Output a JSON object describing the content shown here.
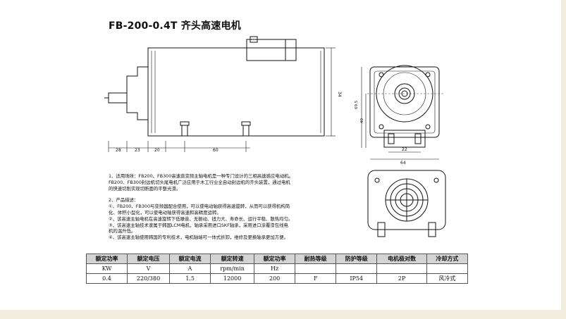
{
  "title": "FB-200-0.4T 齐头高速电机",
  "side_view": {
    "dimensions": [
      "28",
      "23",
      "20",
      "60"
    ],
    "height_label": "34"
  },
  "front_view": {
    "dimensions": [
      "22",
      "64"
    ],
    "height_labels": [
      "69.5",
      "40"
    ]
  },
  "description": {
    "line1": "1、适用场所：FB200、FB300高速直变频主轴电机是一种专门设计的三相高速感应电动机。",
    "line2": "FB200、FB300封边机切头尾电机广泛应用于木工行业全自动封边机的齐头装置，通过电机",
    "line3": "的快速切削实现切断面的平整光滑。",
    "line4": "2、产品描述：",
    "line5": "①、FB200、FB300与变频器配合使用，可以使电动轴获得高速旋转，从而可以获得机构简",
    "line6": "化、体积小型化，可以使电动轴获得高速和高精度运转。",
    "line7": "②、该高速主轴电机在高速旋转下低噪音、无振动、扭力大、寿命长、运行平稳、散热均匀。",
    "line8": "③、该高速主轴技术隶属于韩国LCM电机，轴承采用进口SKF轴承，采用进口涂覆漆包线电",
    "line9": "机的温升低。",
    "line10": "④、该高速主轴使用韩国的专利技术，电机轴端可一体式折卸，维修及更换轴承更加方便。"
  },
  "table": {
    "headers": [
      "额定功率",
      "额定电压",
      "额定电流",
      "额定转速",
      "额定功率",
      "耐热等级",
      "防护等级",
      "电机极对数",
      "冷却方式"
    ],
    "units": [
      "KW",
      "V",
      "A",
      "rpm/min",
      "Hz",
      "",
      "",
      "",
      ""
    ],
    "values": [
      "0.4",
      "220/380",
      "1.5",
      "12000",
      "200",
      "F",
      "IP54",
      "2P",
      "风冷式"
    ]
  }
}
